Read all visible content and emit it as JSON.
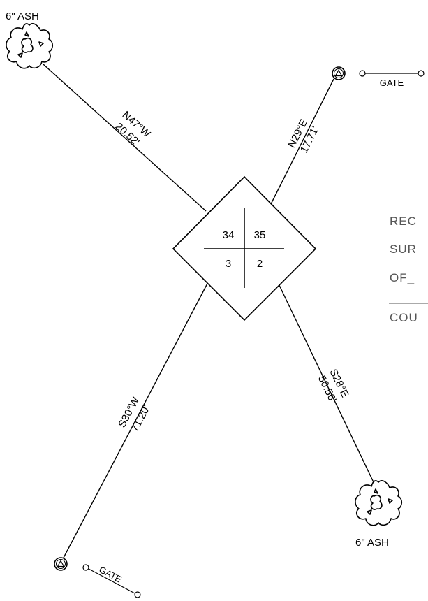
{
  "corner_sections": [
    "34",
    "35",
    "3",
    "2"
  ],
  "trees": {
    "nw": {
      "label": "6\" ASH",
      "icon": "tree-icon"
    },
    "se": {
      "label": "6\" ASH",
      "icon": "tree-icon"
    }
  },
  "bearings": {
    "nw": {
      "bearing": "N47°W",
      "distance": "20.52'"
    },
    "ne": {
      "bearing": "N29°E",
      "distance": "17.71'"
    },
    "se": {
      "bearing": "S28°E",
      "distance": "50.56'"
    },
    "sw": {
      "bearing": "S30°W",
      "distance": "71.20'"
    }
  },
  "gates": {
    "ne": {
      "label": "GATE",
      "icon": "survey-marker-icon"
    },
    "sw": {
      "label": "GATE",
      "icon": "survey-marker-icon"
    }
  },
  "side_text": [
    "REC",
    "SUR",
    "OF_",
    "COU"
  ],
  "colors": {
    "ink": "#000000",
    "faded_text": "#555555"
  }
}
